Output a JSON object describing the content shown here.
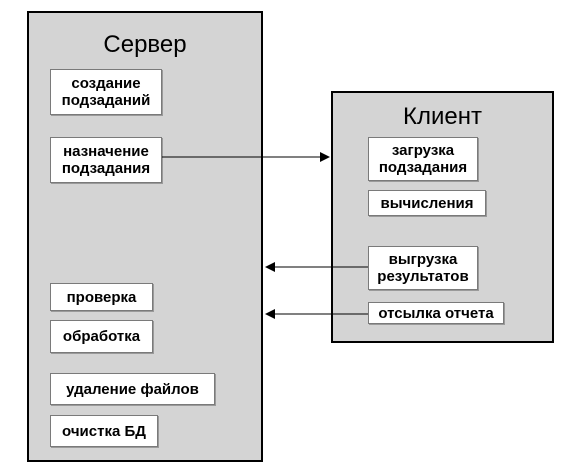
{
  "server": {
    "title": "Сервер",
    "tasks": [
      "создание\nподзаданий",
      "назначение\nподзадания",
      "проверка",
      "обработка",
      "удаление файлов",
      "очистка БД"
    ]
  },
  "client": {
    "title": "Клиент",
    "tasks": [
      "загрузка\nподзадания",
      "вычисления",
      "выгрузка\nрезультатов",
      "отсылка отчета"
    ]
  },
  "colors": {
    "panel_fill": "#d4d4d4",
    "panel_border": "#000000",
    "box_fill": "#ffffff",
    "arrow": "#000000"
  }
}
